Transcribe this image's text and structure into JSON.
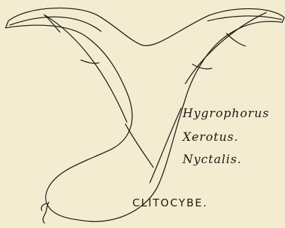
{
  "labels": {
    "genus_1": "Hygrophorus",
    "genus_2": "Xerotus.",
    "genus_3": "Nyctalis."
  },
  "caption": "CLITOCYBE.",
  "colors": {
    "paper": "#f3ecd1",
    "ink": "#1d1a14"
  }
}
